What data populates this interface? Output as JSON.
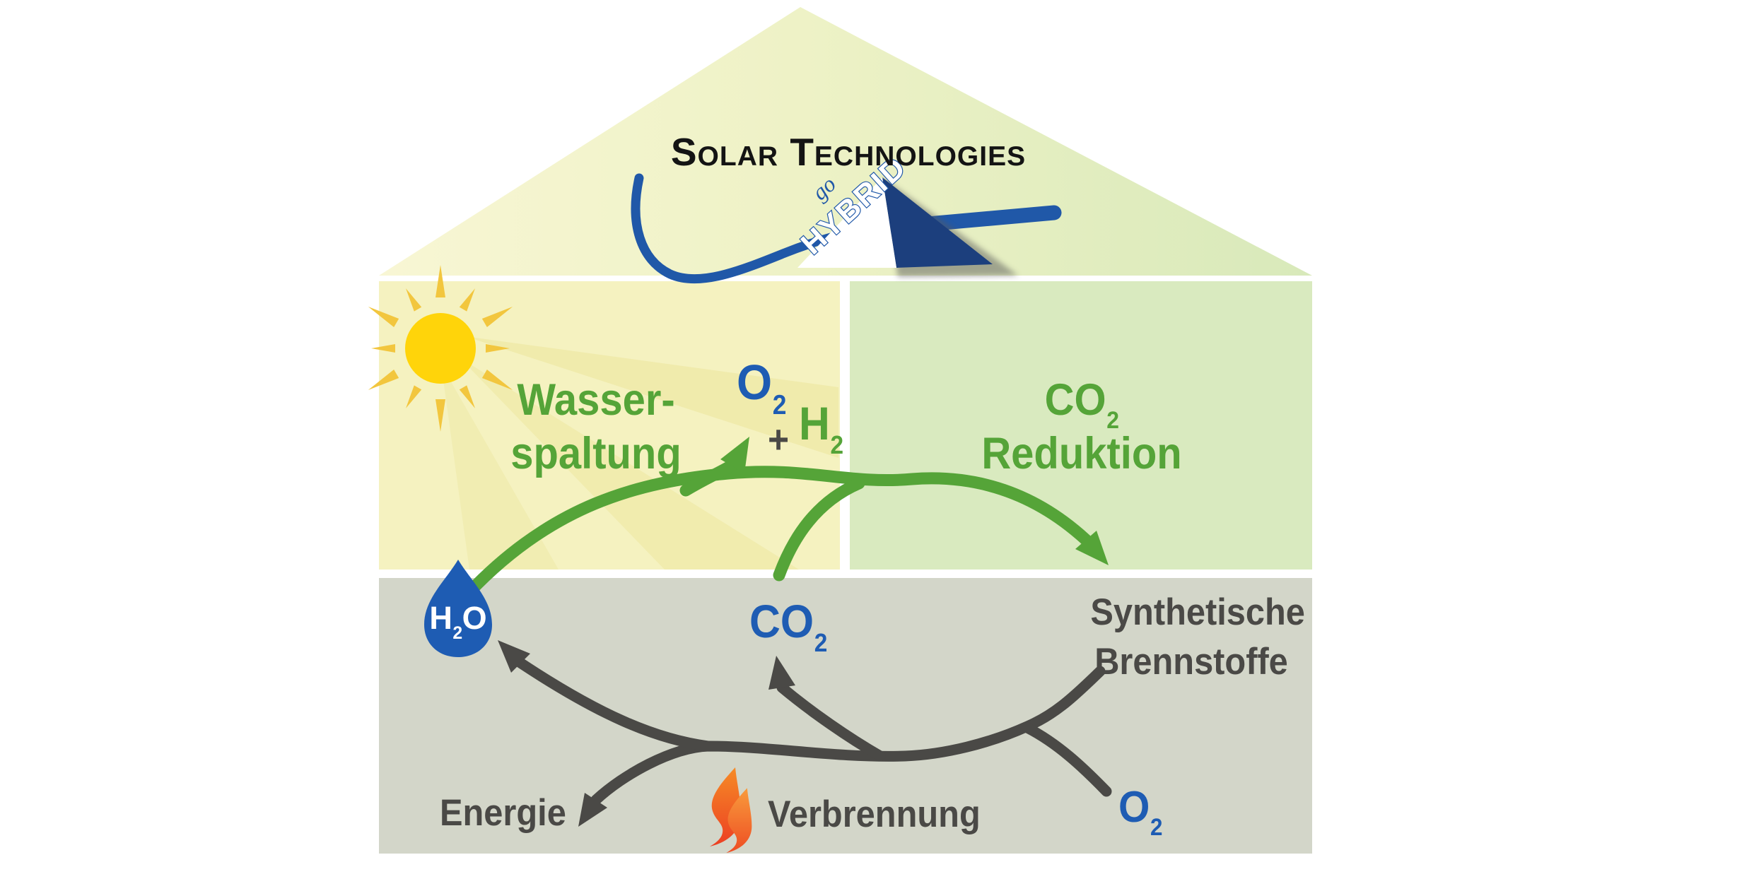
{
  "logo": {
    "title": "Solar Technologies",
    "go": "go",
    "hybrid": "HYBRID"
  },
  "panels": {
    "water_splitting": {
      "line1": "Wasser-",
      "line2": "spaltung"
    },
    "co2_reduction": {
      "line1_base": "CO",
      "line1_sub": "2",
      "line2": "Reduktion"
    }
  },
  "species": {
    "o2_top": {
      "base": "O",
      "sub": "2"
    },
    "plus": "+",
    "h2_top": {
      "base": "H",
      "sub": "2"
    },
    "h2o": {
      "p1": "H",
      "sub": "2",
      "p2": "O"
    },
    "co2_mid": {
      "base": "CO",
      "sub": "2"
    },
    "o2_bottom": {
      "base": "O",
      "sub": "2"
    }
  },
  "bottom_labels": {
    "fuels_line1": "Synthetische",
    "fuels_line2": "Brennstoffe",
    "energy": "Energie",
    "combustion": "Verbrennung"
  },
  "icons": {
    "sun": "sun-icon",
    "water_drop": "water-drop-icon",
    "flame": "flame-icon"
  },
  "colors": {
    "green": "#55a438",
    "blue": "#1e5cb3",
    "dark": "#4a4946",
    "yellow_box": "#f5f2c0",
    "green_box": "#d9eabf",
    "gray_box": "#d3d6c9",
    "sun": "#ffd40a",
    "sun_ray": "#f2c63e",
    "beam": "#eae394",
    "swoosh": "#2058a8",
    "navy": "#1c3f7d",
    "flame_main": "#f1591f",
    "flame_light": "#f58220",
    "logo_text": "#141414",
    "white": "#ffffff"
  }
}
